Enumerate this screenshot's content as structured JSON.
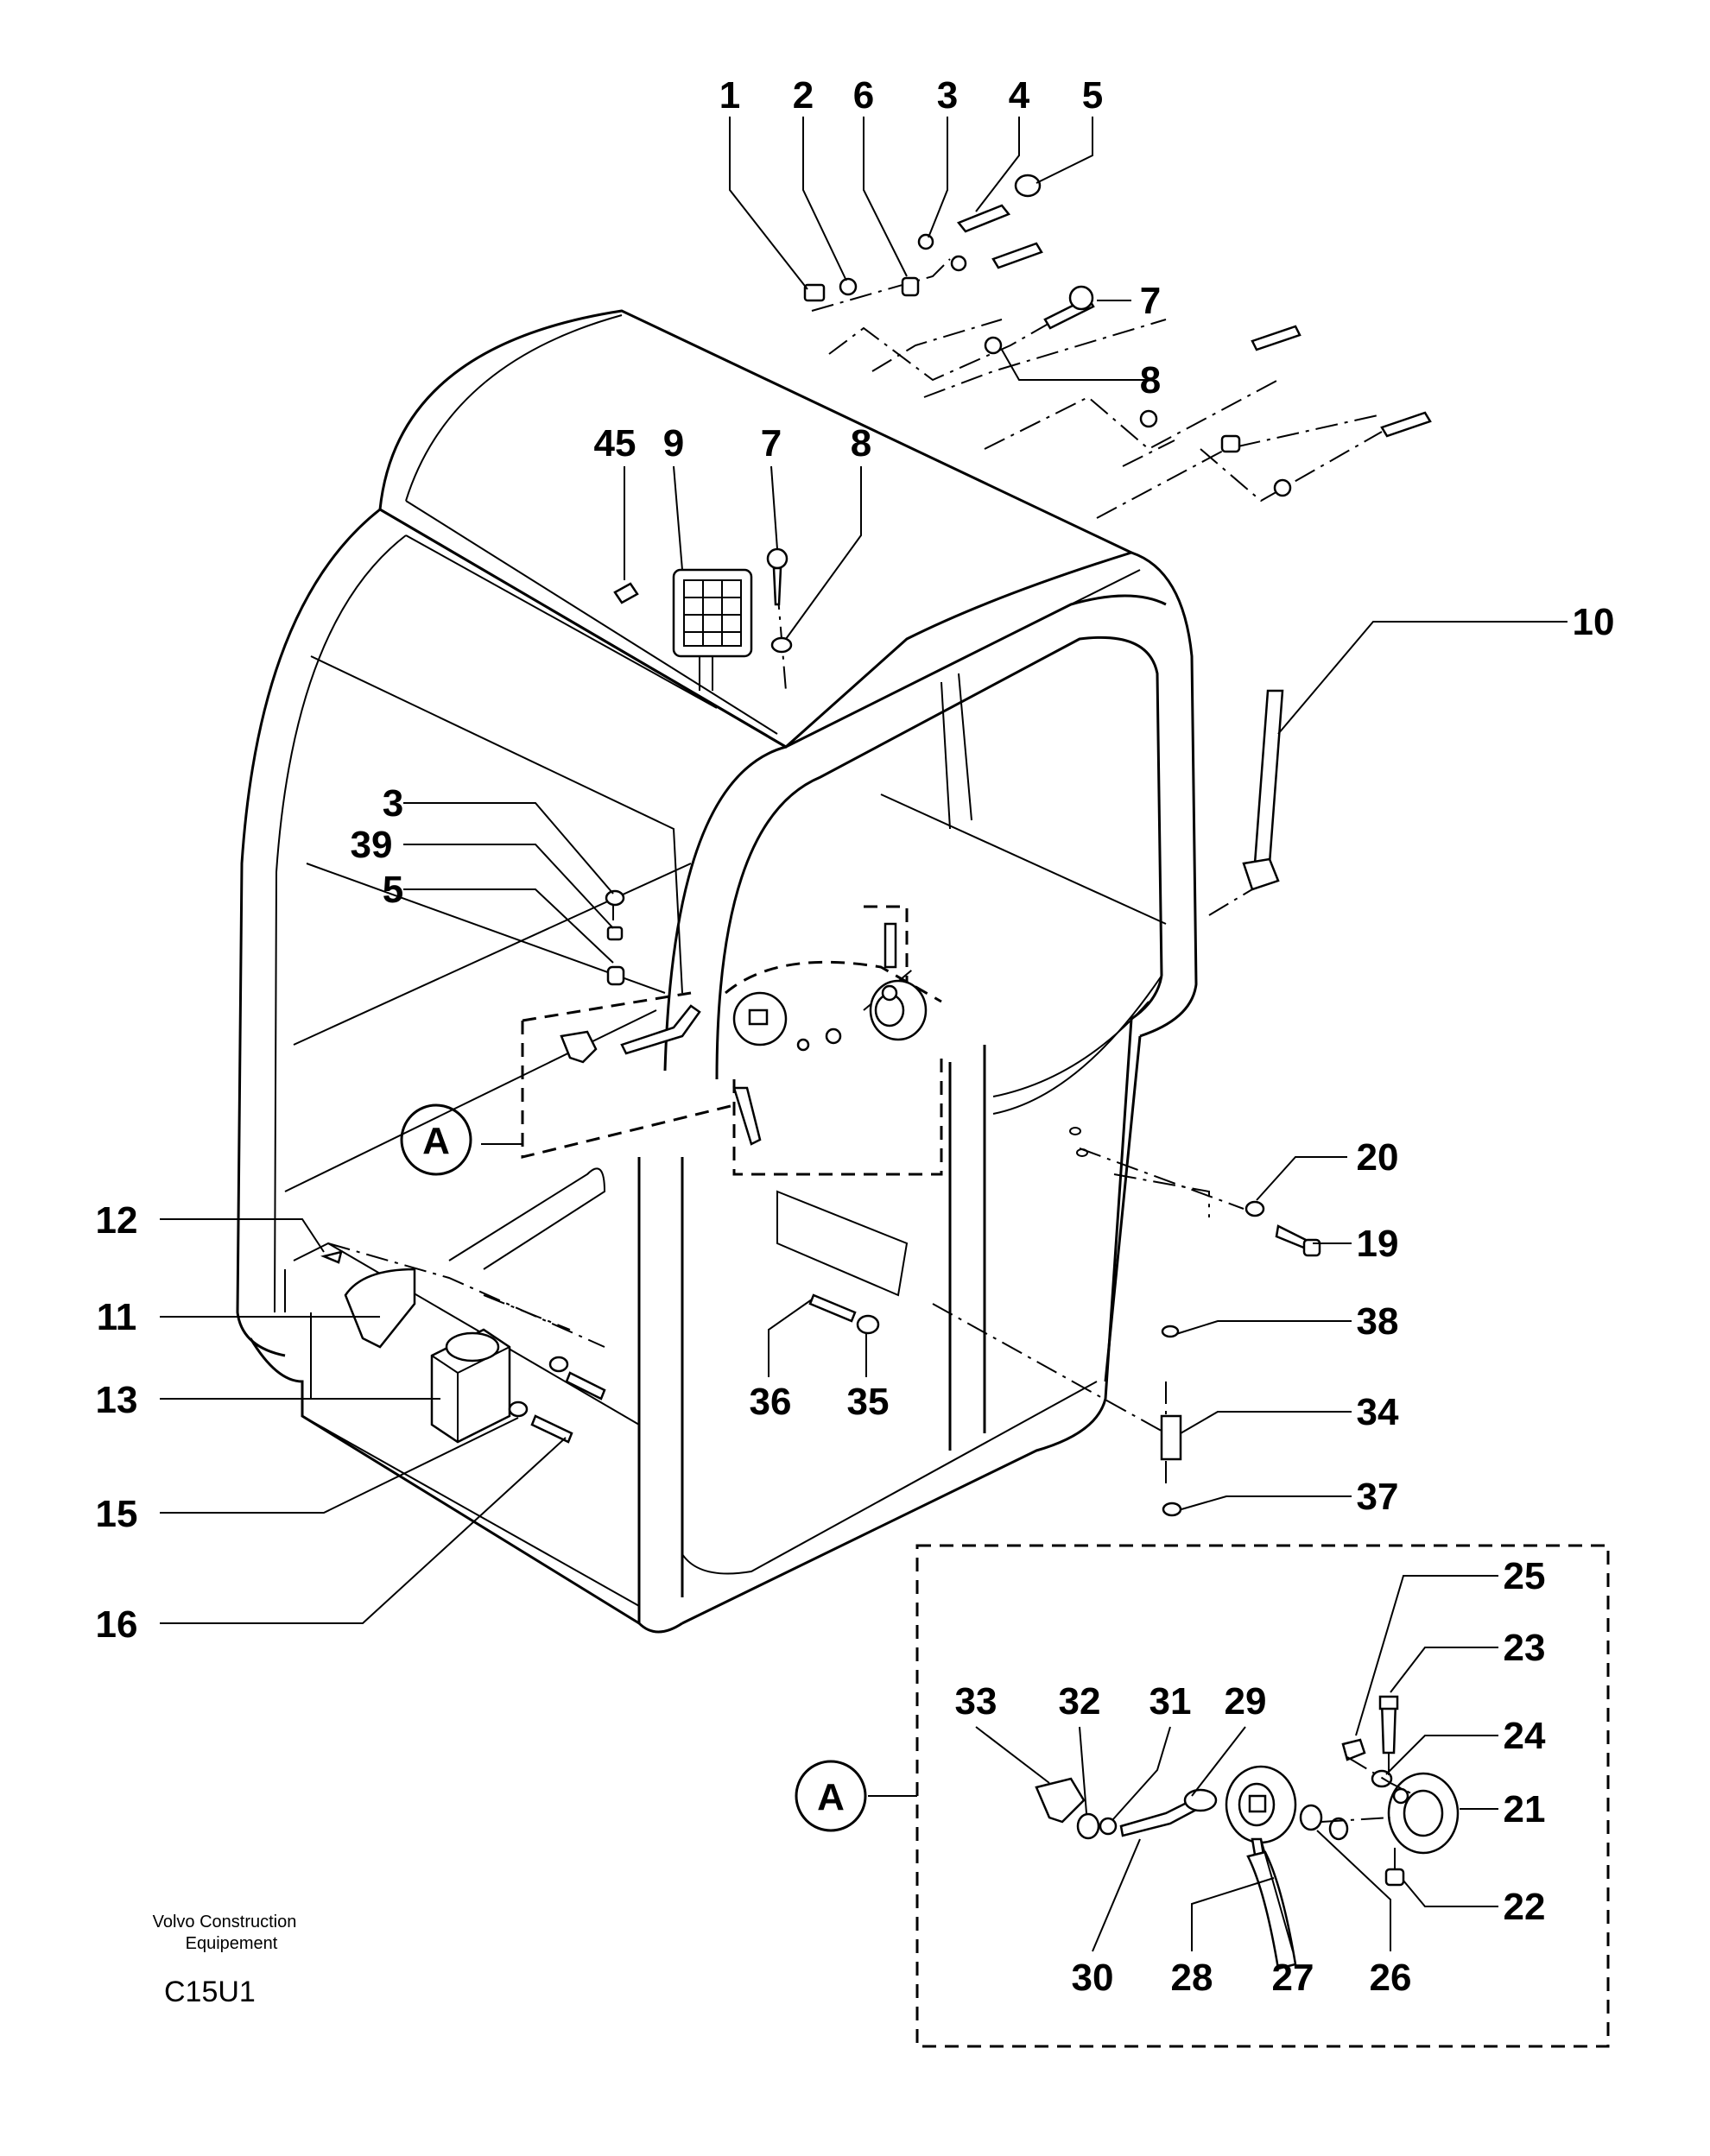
{
  "title": "",
  "credit_line1": "Volvo Construction",
  "credit_line2": "Equipement",
  "drawing_code": "C15U1",
  "detail_label_main": "A",
  "detail_label_inset": "A",
  "callouts": [
    "1",
    "2",
    "6",
    "3",
    "4",
    "5",
    "7",
    "8",
    "45",
    "9",
    "7",
    "8",
    "10",
    "3",
    "39",
    "5",
    "20",
    "19",
    "12",
    "11",
    "36",
    "35",
    "38",
    "34",
    "13",
    "37",
    "15",
    "16",
    "25",
    "23",
    "33",
    "32",
    "31",
    "29",
    "24",
    "21",
    "22",
    "30",
    "28",
    "27",
    "26"
  ]
}
